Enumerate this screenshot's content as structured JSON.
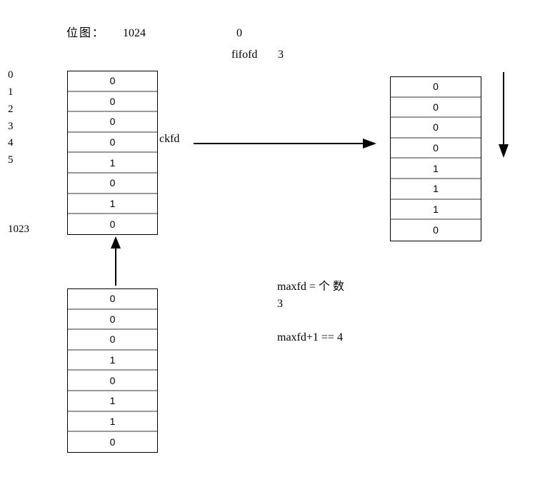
{
  "header": {
    "bitmap_label": "位图：",
    "bitmap_size": "1024",
    "zero_label": "0",
    "fifofd_label": "fifofd",
    "fifofd_value": "3"
  },
  "row_indices": [
    "0",
    "1",
    "2",
    "3",
    "4",
    "5",
    "1023"
  ],
  "ckfd_label": "ckfd",
  "tables": {
    "main": [
      "0",
      "0",
      "0",
      "0",
      "1",
      "0",
      "1",
      "0"
    ],
    "right": [
      "0",
      "0",
      "0",
      "0",
      "1",
      "1",
      "1",
      "0"
    ],
    "bottom": [
      "0",
      "0",
      "0",
      "1",
      "0",
      "1",
      "1",
      "0"
    ]
  },
  "notes": {
    "maxfd_line": "maxfd = 个 数",
    "maxfd_value": "3",
    "maxfd_plus": "maxfd+1 == 4"
  }
}
